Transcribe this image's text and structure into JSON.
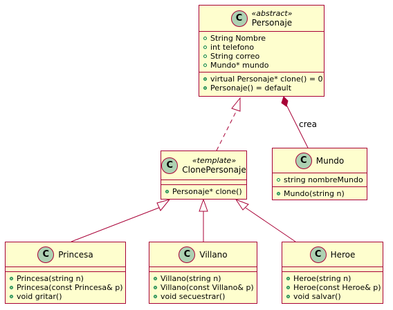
{
  "classes": {
    "personaje": {
      "stereotype": "«abstract»",
      "name": "Personaje",
      "badge": "C",
      "fields": [
        "String Nombre",
        "int telefono",
        "String correo",
        "Mundo* mundo"
      ],
      "methods": [
        "virtual Personaje* clone() = 0",
        "Personaje() = default"
      ]
    },
    "clonepersonaje": {
      "stereotype": "«template»",
      "name": "ClonePersonaje",
      "badge": "C",
      "fields": [],
      "methods": [
        "Personaje* clone()"
      ]
    },
    "mundo": {
      "name": "Mundo",
      "badge": "C",
      "fields": [
        "string nombreMundo"
      ],
      "methods": [
        "Mundo(string n)"
      ]
    },
    "princesa": {
      "name": "Princesa",
      "badge": "C",
      "fields": [],
      "methods": [
        "Princesa(string n)",
        "Princesa(const Princesa& p)",
        "void gritar()"
      ]
    },
    "villano": {
      "name": "Villano",
      "badge": "C",
      "fields": [],
      "methods": [
        "Villano(string n)",
        "Villano(const Villano& p)",
        "void secuestrar()"
      ]
    },
    "heroe": {
      "name": "Heroe",
      "badge": "C",
      "fields": [],
      "methods": [
        "Heroe(string n)",
        "Heroe(const Heroe& p)",
        "void salvar()"
      ]
    }
  },
  "edges": {
    "composition_label": "crea"
  },
  "colors": {
    "class_fill": "#FEFECE",
    "border": "#A80036",
    "badge": "#ADD1B2",
    "field_marker": "#038048",
    "method_marker": "#84BE84"
  }
}
